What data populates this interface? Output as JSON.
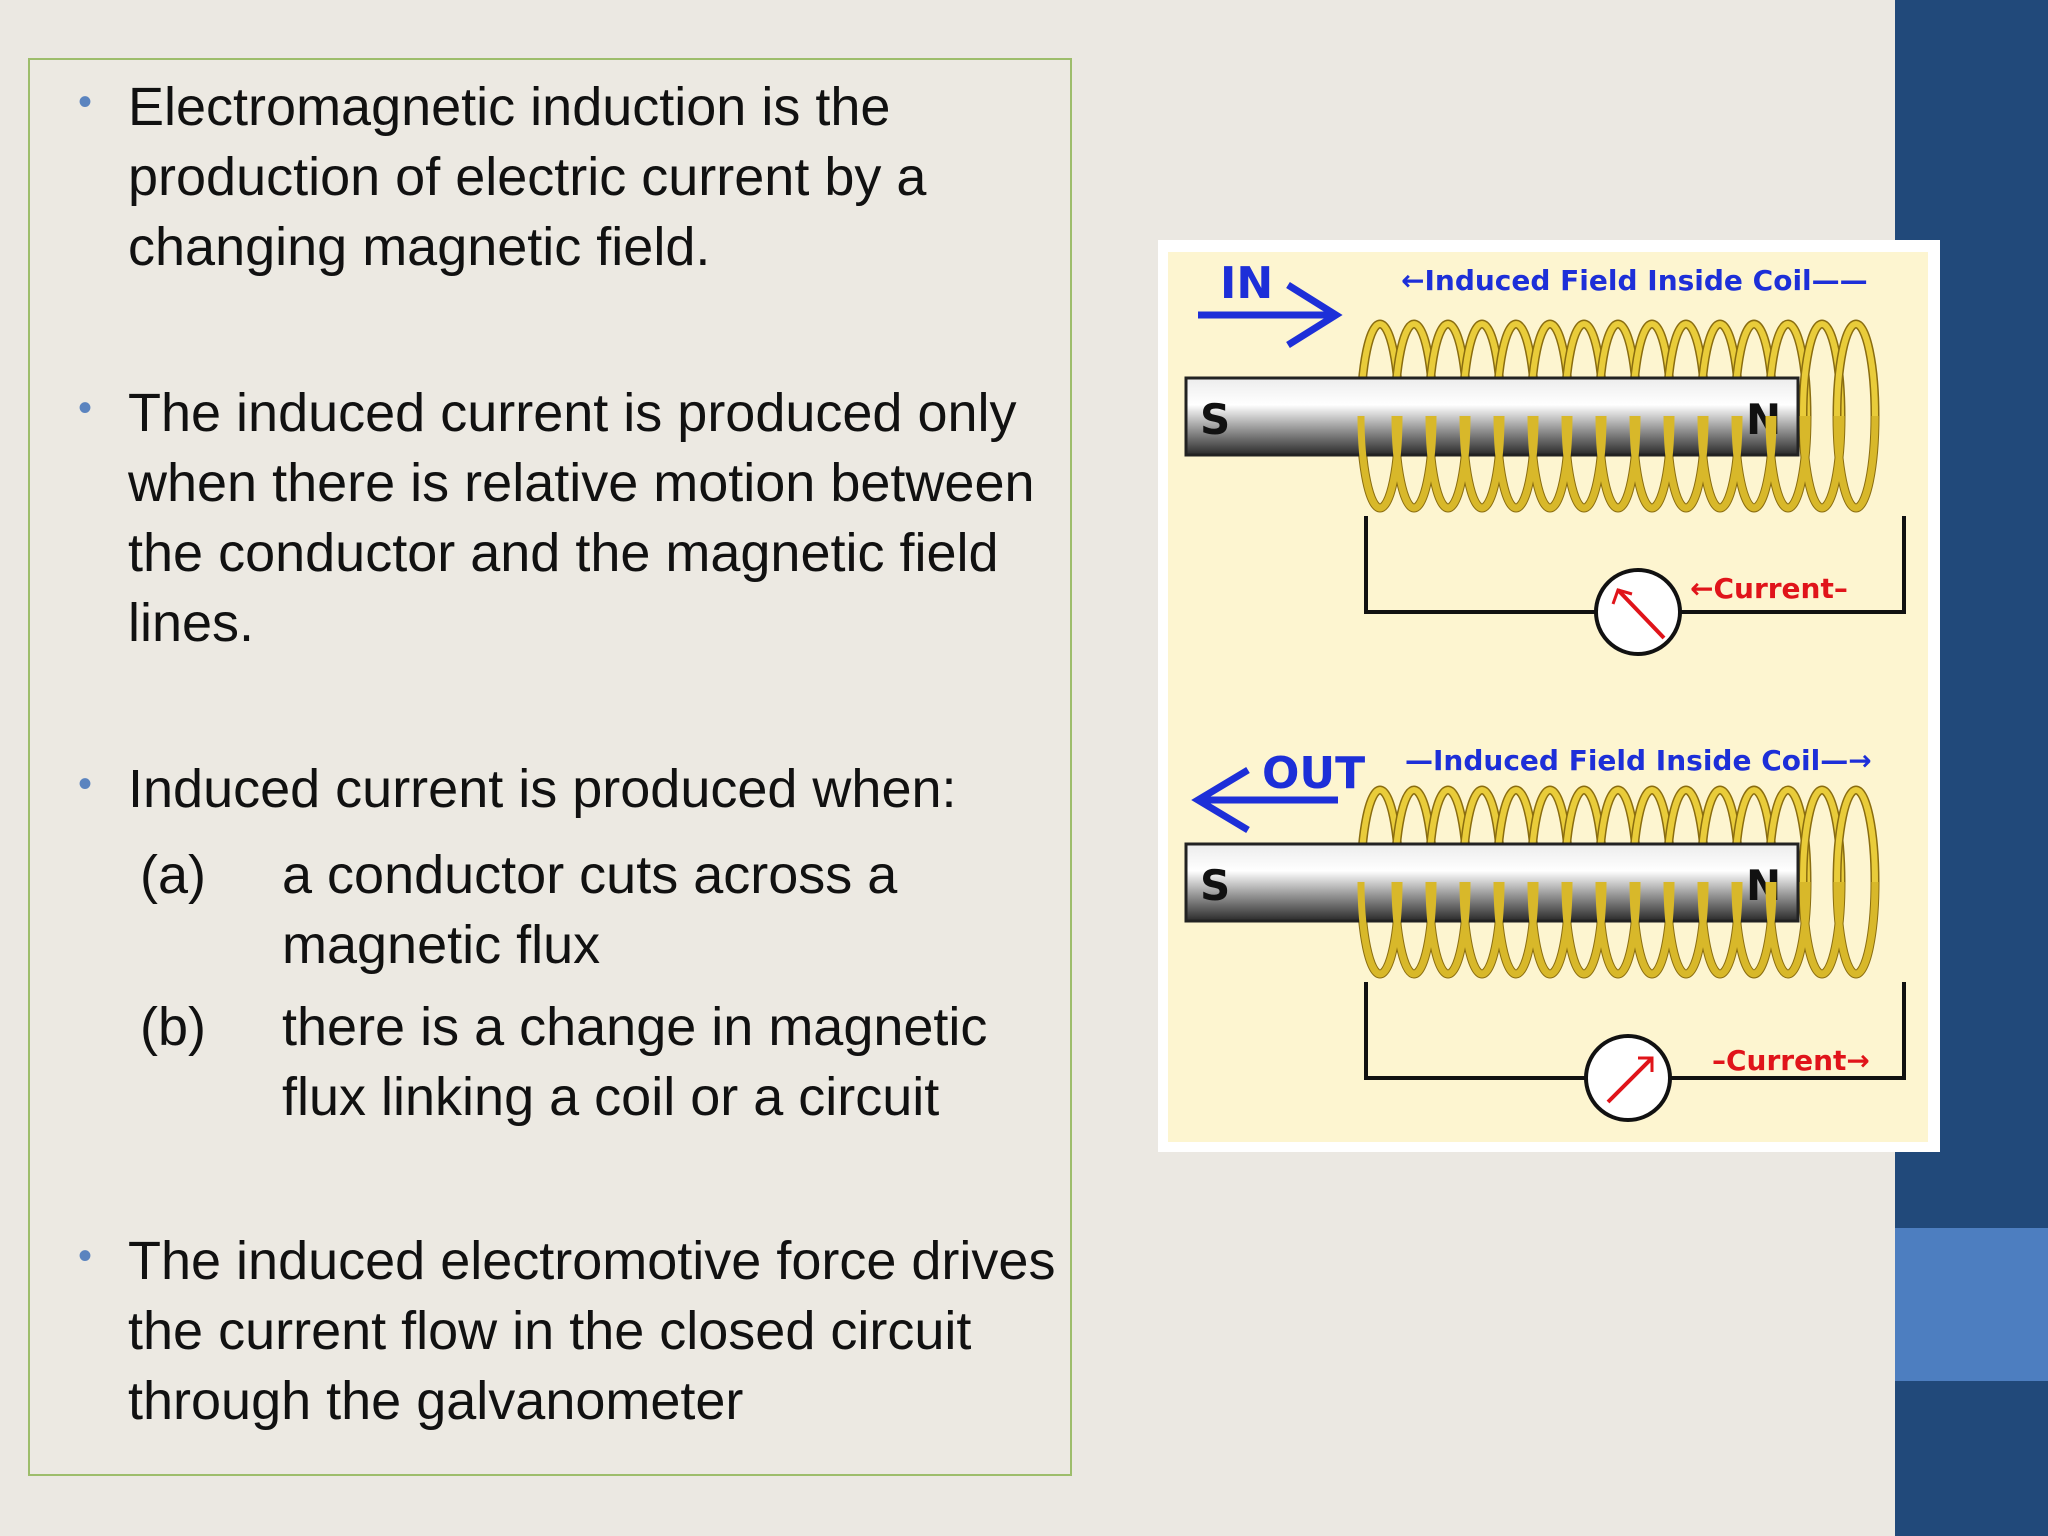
{
  "bullets": [
    {
      "text": "Electromagnetic induction is the production of electric current by a changing magnetic field."
    },
    {
      "text": "The induced current is produced only when there is relative motion between the conductor and the magnetic field lines."
    },
    {
      "text": "Induced current is produced when:"
    },
    {
      "text": "The induced electromotive force drives the current flow in the closed circuit through the galvanometer"
    }
  ],
  "conditions": [
    {
      "label": "(a)",
      "text": "a conductor cuts across a magnetic flux"
    },
    {
      "label": "(b)",
      "text": "there is a change in magnetic flux linking a coil or a circuit"
    }
  ],
  "figure": {
    "top": {
      "motion_label": "IN",
      "field_label": "←Induced Field Inside Coil——",
      "current_label": "←Current–",
      "magnet_s": "S",
      "magnet_n": "N"
    },
    "bottom": {
      "motion_label": "OUT",
      "field_label": "—Induced Field Inside Coil—→",
      "current_label": "–Current→",
      "magnet_s": "S",
      "magnet_n": "N"
    }
  },
  "colors": {
    "bullet": "#5b84bf",
    "bar": "#21497a",
    "accent": "#4d7ec0",
    "label_blue": "#1d2fd8",
    "label_red": "#e0141a",
    "coil": "#c9a21c",
    "figure_bg": "#fdf5d0"
  }
}
